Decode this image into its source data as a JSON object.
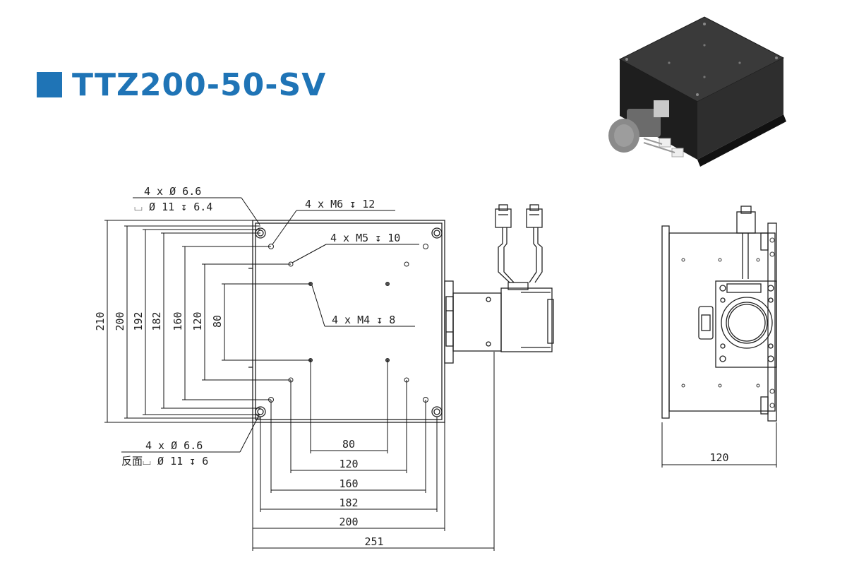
{
  "title": "TTZ200-50-SV",
  "colors": {
    "accent": "#1f74b6",
    "line": "#111111",
    "photo_dark": "#2b2b2b"
  },
  "icons": {
    "title_marker": "square-bullet-icon"
  },
  "notes": {
    "top_left_line1": "4 x Ø 6.6",
    "top_left_line2": "⌴ Ø 11 ↧ 6.4",
    "m6": "4 x  M6 ↧ 12",
    "m5": "4 x  M5 ↧ 10",
    "m4": "4 x  M4 ↧ 8",
    "bottom_left_line1": "4 x Ø 6.6",
    "bottom_left_line2": "反面⌴ Ø 11 ↧ 6"
  },
  "vertical_dims": [
    "210",
    "200",
    "192",
    "182",
    "160",
    "120",
    "80"
  ],
  "horizontal_dims": [
    "80",
    "120",
    "160",
    "182",
    "200",
    "251"
  ],
  "side_view_dim": "120"
}
